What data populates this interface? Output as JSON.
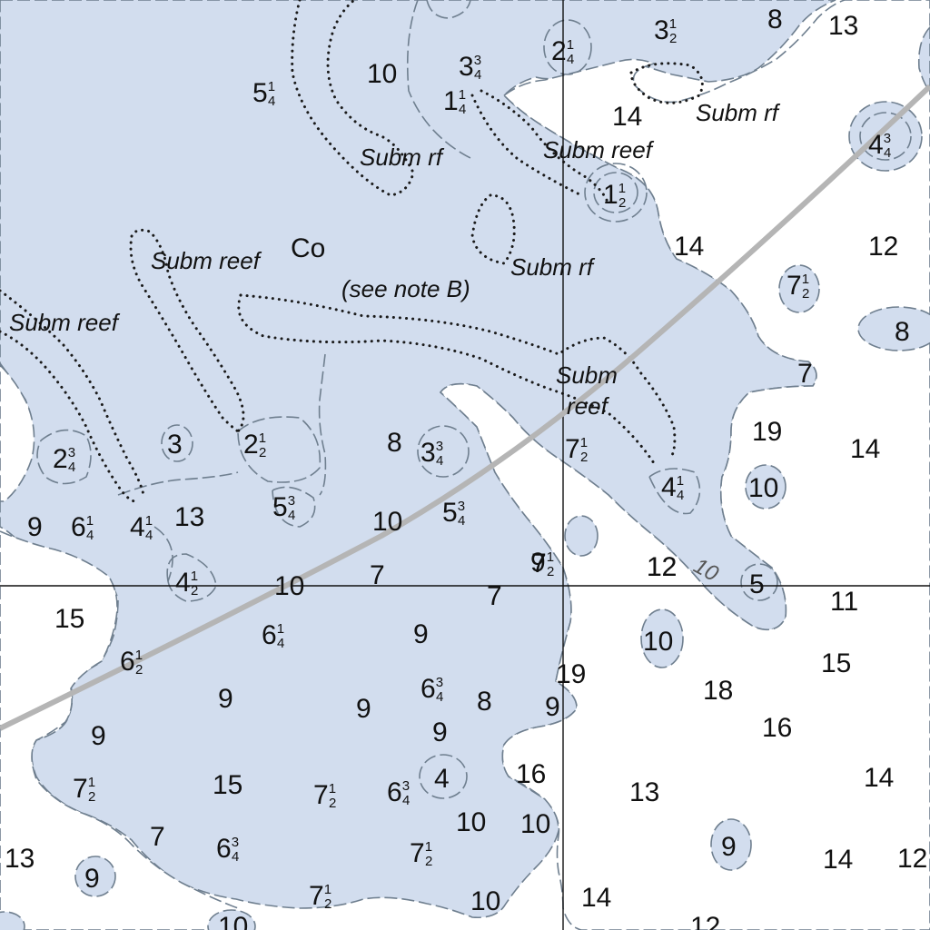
{
  "map": {
    "labels": {
      "subm_rf_1": "Subm rf",
      "subm_reef_1": "Subm reef",
      "subm_rf_2": "Subm rf",
      "subm_rf_3": "Subm rf",
      "subm_reef_2": "Subm reef",
      "co": "Co",
      "see_note": "(see note B)",
      "subm_reef_left": "Subm reef",
      "subm_word": "Subm",
      "reef_word": "reef",
      "contour_10": "10"
    },
    "colors": {
      "shoal": "#d2ddee",
      "deep": "#ffffff",
      "track": "#b5b5b5",
      "reef_dots": "#1a1a1a"
    },
    "soundings": [
      {
        "w": "5",
        "f": "1/4"
      },
      {
        "w": "10",
        "f": ""
      },
      {
        "w": "3",
        "f": "3/4"
      },
      {
        "w": "2",
        "f": "1/4"
      },
      {
        "w": "3",
        "f": "1/2"
      },
      {
        "w": "8",
        "f": ""
      },
      {
        "w": "13",
        "f": ""
      },
      {
        "w": "1",
        "f": "1/4"
      },
      {
        "w": "14",
        "f": ""
      },
      {
        "w": "4",
        "f": "3/4"
      },
      {
        "w": "1",
        "f": "1/2"
      },
      {
        "w": "14",
        "f": ""
      },
      {
        "w": "12",
        "f": ""
      },
      {
        "w": "7",
        "f": "1/2"
      },
      {
        "w": "8",
        "f": ""
      },
      {
        "w": "7",
        "f": ""
      },
      {
        "w": "19",
        "f": ""
      },
      {
        "w": "14",
        "f": ""
      },
      {
        "w": "2",
        "f": "3/4"
      },
      {
        "w": "3",
        "f": ""
      },
      {
        "w": "2",
        "f": "1/2"
      },
      {
        "w": "8",
        "f": ""
      },
      {
        "w": "3",
        "f": "3/4"
      },
      {
        "w": "7",
        "f": "1/2"
      },
      {
        "w": "4",
        "f": "1/4"
      },
      {
        "w": "10",
        "f": ""
      },
      {
        "w": "5",
        "f": "3/4"
      },
      {
        "w": "9",
        "f": ""
      },
      {
        "w": "6",
        "f": "1/4"
      },
      {
        "w": "4",
        "f": "1/4"
      },
      {
        "w": "13",
        "f": ""
      },
      {
        "w": "10",
        "f": ""
      },
      {
        "w": "5",
        "f": "3/4"
      },
      {
        "w": "7",
        "f": ""
      },
      {
        "w": "12",
        "f": ""
      },
      {
        "w": "4",
        "f": "1/2"
      },
      {
        "w": "10",
        "f": ""
      },
      {
        "w": "7",
        "f": ""
      },
      {
        "w": "9",
        "f": ""
      },
      {
        "w": "7",
        "f": "1/2"
      },
      {
        "w": "12",
        "f": ""
      },
      {
        "w": "5",
        "f": ""
      },
      {
        "w": "11",
        "f": ""
      },
      {
        "w": "15",
        "f": ""
      },
      {
        "w": "6",
        "f": "1/4"
      },
      {
        "w": "9",
        "f": ""
      },
      {
        "w": "6",
        "f": "1/2"
      },
      {
        "w": "10",
        "f": ""
      },
      {
        "w": "19",
        "f": ""
      },
      {
        "w": "15",
        "f": ""
      },
      {
        "w": "9",
        "f": ""
      },
      {
        "w": "9",
        "f": ""
      },
      {
        "w": "6",
        "f": "3/4"
      },
      {
        "w": "8",
        "f": ""
      },
      {
        "w": "9",
        "f": ""
      },
      {
        "w": "18",
        "f": ""
      },
      {
        "w": "9",
        "f": ""
      },
      {
        "w": "9",
        "f": ""
      },
      {
        "w": "16",
        "f": ""
      },
      {
        "w": "7",
        "f": "1/2"
      },
      {
        "w": "15",
        "f": ""
      },
      {
        "w": "7",
        "f": "1/2"
      },
      {
        "w": "6",
        "f": "3/4"
      },
      {
        "w": "4",
        "f": ""
      },
      {
        "w": "16",
        "f": ""
      },
      {
        "w": "13",
        "f": ""
      },
      {
        "w": "14",
        "f": ""
      },
      {
        "w": "7",
        "f": ""
      },
      {
        "w": "6",
        "f": "3/4"
      },
      {
        "w": "10",
        "f": ""
      },
      {
        "w": "10",
        "f": ""
      },
      {
        "w": "13",
        "f": ""
      },
      {
        "w": "9",
        "f": ""
      },
      {
        "w": "7",
        "f": "1/2"
      },
      {
        "w": "9",
        "f": ""
      },
      {
        "w": "14",
        "f": ""
      },
      {
        "w": "12",
        "f": ""
      },
      {
        "w": "7",
        "f": "1/2"
      },
      {
        "w": "10",
        "f": ""
      },
      {
        "w": "14",
        "f": ""
      },
      {
        "w": "10",
        "f": ""
      },
      {
        "w": "12",
        "f": ""
      }
    ]
  }
}
